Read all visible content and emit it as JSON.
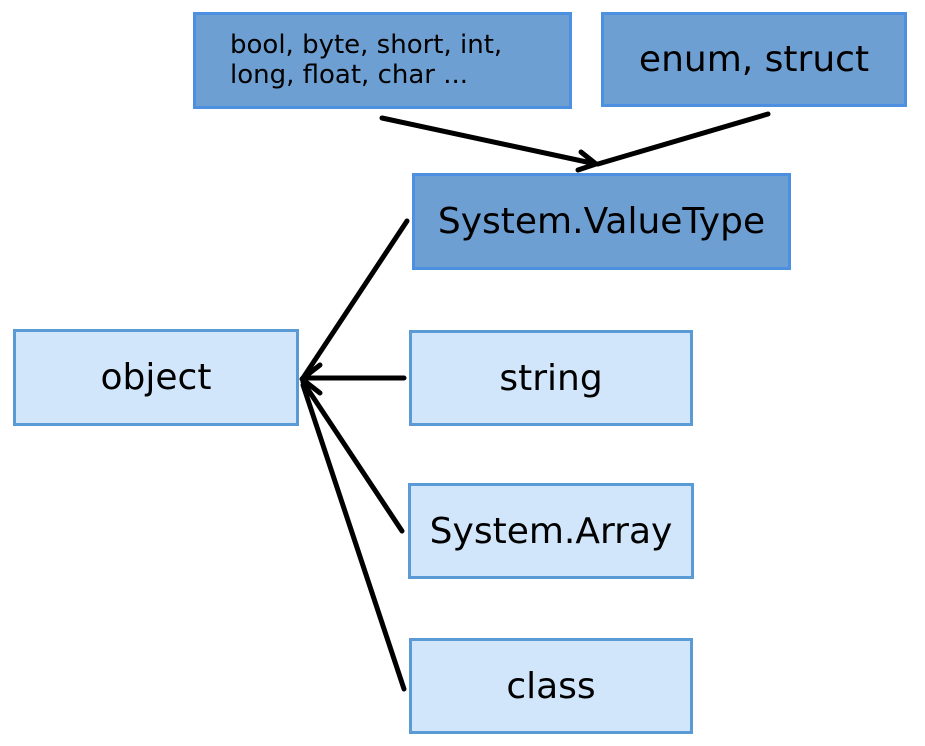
{
  "diagram": {
    "type": "type-hierarchy",
    "nodes": {
      "primitives": {
        "line1": "bool, byte, short, int,",
        "line2": "long, float, char ..."
      },
      "enum_struct": "enum, struct",
      "value_type": "System.ValueType",
      "object": "object",
      "string": "string",
      "array": "System.Array",
      "class": "class"
    },
    "edges": [
      {
        "from": "primitives",
        "to": "value_type"
      },
      {
        "from": "enum_struct",
        "to": "value_type"
      },
      {
        "from": "value_type",
        "to": "object"
      },
      {
        "from": "string",
        "to": "object"
      },
      {
        "from": "array",
        "to": "object"
      },
      {
        "from": "class",
        "to": "object"
      }
    ],
    "colors": {
      "light_fill": "#d2e6fb",
      "dark_fill": "#6e9fd2",
      "border": "#5b9bd5",
      "arrow": "#000000"
    }
  }
}
